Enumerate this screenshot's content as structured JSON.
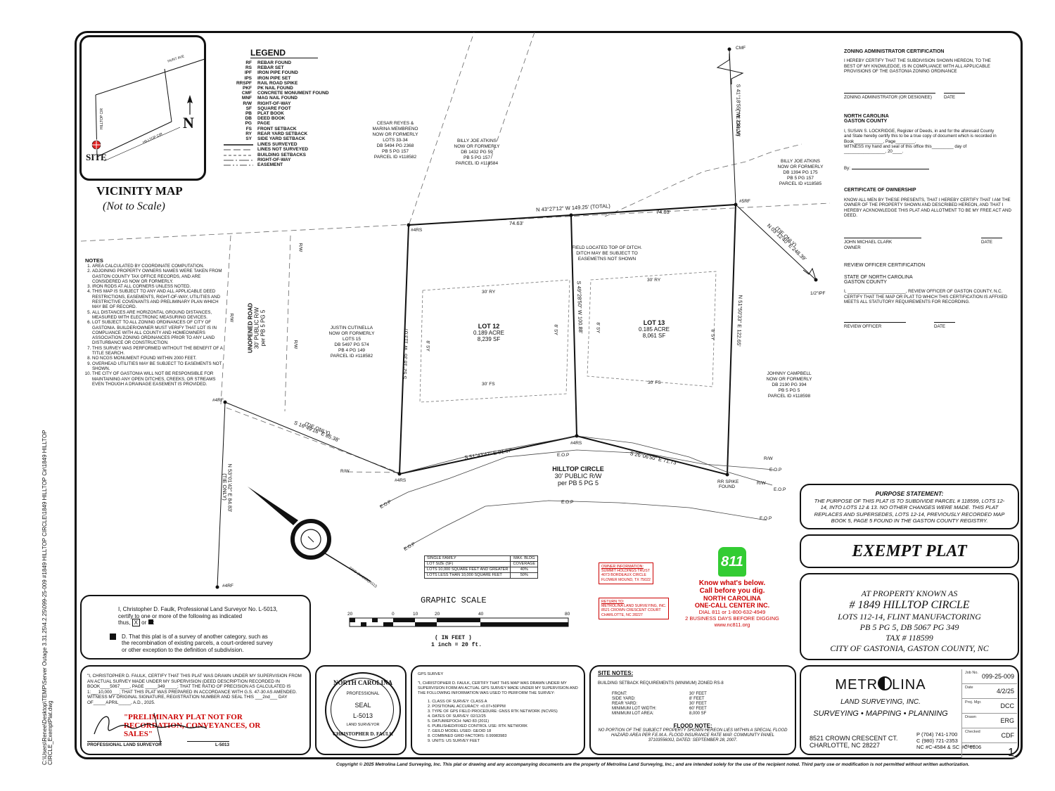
{
  "file_path_vertical": "C:\\Users\\Renee\\Desktop\\TEMP\\Server Outage 3.31.25\\4.2.25\\099-25-009 #1849 HILLTOP CIRCLE\\1849 HILLTOP Cir\\1849 HILLTOP CIRCLE_ExemptPlat.dwg",
  "vicinity_map": {
    "title": "VICINITY MAP",
    "subtitle": "(Not to Scale)",
    "roads": [
      "HUNT AVE",
      "HILLTOP CIR",
      "HILLTOP CIR"
    ],
    "site_label": "SITE",
    "north": "N"
  },
  "legend": {
    "title": "LEGEND",
    "items": [
      {
        "abbr": "RF",
        "desc": "REBAR FOUND"
      },
      {
        "abbr": "RS",
        "desc": "REBAR SET"
      },
      {
        "abbr": "IPF",
        "desc": "IRON PIPE FOUND"
      },
      {
        "abbr": "IPS",
        "desc": "IRON PIPE SET"
      },
      {
        "abbr": "RRSPF",
        "desc": "RAIL ROAD SPIKE"
      },
      {
        "abbr": "PKF",
        "desc": "PK NAIL FOUND"
      },
      {
        "abbr": "CMF",
        "desc": "CONCRETE MONUMENT FOUND"
      },
      {
        "abbr": "MNF",
        "desc": "MAG NAIL FOUND"
      },
      {
        "abbr": "R/W",
        "desc": "RIGHT-OF-WAY"
      },
      {
        "abbr": "SF",
        "desc": "SQUARE FOOT"
      },
      {
        "abbr": "PB",
        "desc": "PLAT BOOK"
      },
      {
        "abbr": "DB",
        "desc": "DEED BOOK"
      },
      {
        "abbr": "PG",
        "desc": "PAGE"
      },
      {
        "abbr": "FS",
        "desc": "FRONT SETBACK"
      },
      {
        "abbr": "RY",
        "desc": "REAR YARD SETBACK"
      },
      {
        "abbr": "SY",
        "desc": "SIDE YARD SETBACK"
      }
    ],
    "line_items": [
      "LINES SURVEYED",
      "LINES NOT SURVEYED",
      "BUILDING SETBACKS",
      "RIGHT-OF-WAY",
      "EASEMENT"
    ]
  },
  "notes": {
    "title": "NOTES",
    "items": [
      "AREA CALCULATED BY COORDINATE COMPUTATION.",
      "ADJOINING PROPERTY OWNERS NAMES WERE TAKEN FROM GASTON COUNTY TAX OFFICE RECORDS, AND ARE CONSIDERED AS NOW OR FORMERLY.",
      "IRON RODS AT ALL CORNERS UNLESS NOTED.",
      "THIS MAP IS SUBJECT TO ANY AND ALL APPLICABLE DEED RESTRICTIONS, EASEMENTS, RIGHT-OF-WAY, UTILITIES AND RESTRICTIVE COVENANTS AND PRELIMINARY PLAN WHICH MAY BE OF RECORD.",
      "ALL DISTANCES ARE HORIZONTAL GROUND DISTANCES, MEASURED WITH ELECTRONIC MEASURING DEVICES.",
      "LOT SUBJECT TO ALL ZONING ORDINANCES OF CITY OF GASTONIA. BUILDER/OWNER MUST VERIFY THAT LOT IS IN COMPLIANCE WITH ALL COUNTY AND HOMEOWNERS ASSOCIATION ZONING ORDINANCES PRIOR TO ANY LAND DISTURBANCE OR CONSTRUCTION.",
      "THIS SURVEY WAS PERFORMED WITHOUT THE BENEFIT OF A TITLE SEARCH.",
      "NO NCGS MONUMENT FOUND WITHIN 2000 FEET.",
      "OVERHEAD UTILITIES MAY BE SUBJECT TO EASEMENTS NOT SHOWN.",
      "THE CITY OF GASTONIA WILL NOT BE RESPONSIBLE FOR MAINTAINING ANY OPEN DITCHES, CREEKS, OR STREAMS EVEN THOUGH A DRAINAGE EASEMENT IS PROVIDED."
    ]
  },
  "plat": {
    "owner_reyes": [
      "CESAR REYES &",
      "MARINA MEMBRENO",
      "NOW OR FORMERLY",
      "LOTS 33-34",
      "DB 5494 PG 2368",
      "PB 5 PG 157",
      "PARCEL ID #118582"
    ],
    "owner_atkins1": [
      "BILLY JOE ATKINS",
      "NOW OR FORMERLY",
      "DB 1432 PG 59",
      "PB 5 PG 157",
      "PARCEL ID #118584"
    ],
    "owner_atkins2": [
      "BILLY JOE ATKINS",
      "NOW OR FORMERLY",
      "DB 1394 PG 175",
      "PB 5 PG 157",
      "PARCEL ID #118585"
    ],
    "owner_cutinella": [
      "JUSTIN CUTINELLA",
      "NOW OR FORMERLY",
      "LOTS 15",
      "DB 5497 PG 574",
      "PB 4 PG 149",
      "PARCEL ID #118582"
    ],
    "owner_campbell": [
      "JOHNNY CAMPBELL",
      "NOW OR FORMERLY",
      "DB 2190 PG 394",
      "PB 5 PG 5",
      "PARCEL ID #118598"
    ],
    "unopened_road": [
      "UNOPENED ROAD",
      "30' PUBLIC R/W",
      "per PB 5 PG 5"
    ],
    "hilltop": [
      "HILLTOP CIRCLE",
      "30' PUBLIC R/W",
      "per PB 5 PG 5"
    ],
    "lot12": [
      "LOT 12",
      "0.189 ACRE",
      "8,239 SF"
    ],
    "lot13": [
      "LOT 13",
      "0.185 ACRE",
      "8,061 SF"
    ],
    "ditch_note": [
      "FIELD LOCATED TOP OF DITCH.",
      "DITCH MAY BE SUBJECT TO",
      "EASEMETNS NOT SHOWN"
    ],
    "bearing_top": "N 43°27'12\" W 149.25' (TOTAL)",
    "dist_top_left": "74.63'",
    "dist_top_right": "74.63'",
    "bearing_left": "S 52°18'35\" W 113.07'",
    "bearing_mid": "S 49°28'50\" W 100.88'",
    "bearing_right": "N 51°50'33\" E 122.65'",
    "bearing_bottom_left": "S 51°43'47\" E 81.67'",
    "bearing_bottom_right": "S 26°06'50\" E 71.73'",
    "bearing_tie_left": "S 16°49'16\" E 85.38'",
    "tie_only": "(TIE ONLY)",
    "bearing_tie_right": "N 03°12'40\" E 248.39'",
    "bearing_tie_top": "S 41°18'55\" W 233.38'",
    "bearing_tie_bottom": "N 53°01'42\" E 84.83'",
    "monuments": [
      "CMF",
      "#5RF",
      "#4RS",
      "#4RS",
      "#4RS",
      "#4RF",
      "#4RF",
      "1/2\"IPF",
      "RR SPIKE",
      "FOUND"
    ],
    "setbacks": [
      "30' RY",
      "30' RY",
      "30' FS",
      "30' FS",
      "8' SY",
      "8' SY",
      "8' SY",
      "8' SY"
    ],
    "row_labels": [
      "R/W",
      "R/W",
      "R/W",
      "R/W",
      "R/W",
      "R/W"
    ],
    "eop_labels": [
      "E.O.P",
      "E.O.P",
      "E.O.P",
      "E.O.P",
      "E.O.P",
      "E.O.P",
      "E.O.P"
    ],
    "grid_label": "GRID (NAD83(2011))"
  },
  "coverage_table": {
    "rows": [
      [
        "SINGLE FAMILY",
        "MAX. BLDG"
      ],
      [
        "LOT SIZE (SF)",
        "COVERAGE"
      ],
      [
        "LOTS 10,000 SQUARE FEET AND GREATER",
        "40%"
      ],
      [
        "LOTS LESS THAN 10,000 SQUARE FEET",
        "50%"
      ]
    ]
  },
  "owner_info": [
    "OWNER INFORMATION:",
    "SUMMIT HOLDINGS TRUST",
    "4073 BORDEAUX CIRCLE",
    "FLOWER MOUND, TX 75022"
  ],
  "return_to": [
    "RETURN TO:",
    "METROLINA LAND SURVEYING, INC.",
    "8521 CROWN CRESCENT COURT",
    "CHARLOTTE, NC 28227"
  ],
  "call811": {
    "logo": "811",
    "l1": "Know what's below.",
    "l2": "Call before you dig.",
    "l3": "NORTH CAROLINA",
    "l4": "ONE-CALL CENTER INC.",
    "l5": "DIAL 811 or 1-800-632-4949",
    "l6": "2 BUSINESS DAYS BEFORE DIGGING",
    "l7": "www.nc811.org"
  },
  "graphic_scale": {
    "title": "GRAPHIC SCALE",
    "ticks": [
      "20",
      "0",
      "10",
      "20",
      "40",
      "80"
    ],
    "unit": "( IN FEET )",
    "ratio": "1 inch = 20  ft."
  },
  "zoning_cert": {
    "title": "ZONING ADMINISTRATOR CERTIFICATION",
    "text": "I HEREBY CERTIFY THAT THE SUBDIVISION SHOWN HEREON, TO THE BEST OF MY KNOWLEDGE, IS IN COMPLIANCE WITH ALL APPLICABLE PROVISIONS OF THE GASTONIA ZONING ORDINANCE",
    "sig_label": "ZONING ADMINISTRATOR (OR DESIGNEE)",
    "date_label": "DATE"
  },
  "county_cert": {
    "title1": "NORTH CAROLINA",
    "title2": "GASTON COUNTY",
    "text": "I, SUSAN S. LOCKRIDGE, Register of Deeds, in and for the aforesaid County and State hereby certify this to be a true copy of document which is recorded in Book____________, Page________.",
    "witness": "WITNESS my hand and seal of this office this_________ day of",
    "year": "_________________, 20____.",
    "by": "By:"
  },
  "ownership_cert": {
    "title": "CERTIFICATE OF OWNERSHIP",
    "text": "KNOW ALL MEN BY THESE PRESENTS, THAT I HEREBY CERTIFY THAT I AM THE OWNER OF THE PROPERTY SHOWN AND DESCRIBED HEREON, AND THAT I HEREBY ACKNOWLEDGE THIS PLAT AND ALLOTMENT TO BE MY FREE ACT AND DEED.",
    "name": "JOHN MICHAEL CLARK",
    "role": "OWNER",
    "date": "DATE"
  },
  "review_cert": {
    "title": "REVIEW OFFICER CERTIFICATION",
    "st1": "STATE OF NORTH CAROLINA",
    "st2": "GASTON COUNTY",
    "text": "I, ________________________, REVIEW OFFICER OF GASTON COUNTY, N.C. CERTIFY THAT THE MAP OR PLAT TO WHICH THIS CERTIFICATION IS AFFIXED MEETS ALL STATUTORY REQUIREMENTS FOR RECORDING.",
    "sig": "REVIEW OFFICER",
    "date": "DATE"
  },
  "purpose": {
    "title": "PURPOSE STATEMENT:",
    "text": "THE PURPOSE OF THIS PLAT IS TO SUBDIVIDE PARCEL # 118599, LOTS 12-14, INTO LOTS 12 & 13. NO OTHER CHANGES WERE MADE. THIS PLAT REPLACES AND SUPERSEDES, LOTS 12-14, PREVIOUSLY RECORDED MAP BOOK 5, PAGE 5 FOUND IN THE GASTON COUNTY REGISTRY."
  },
  "exempt_title": "EXEMPT PLAT",
  "property": {
    "l1": "AT PROPERTY KNOWN AS",
    "l2": "# 1849 HILLTOP CIRCLE",
    "l3": "LOTS 112-14, FLINT MANUFACTORING",
    "l4": "PB 5 PG 5, DB 5067 PG 349",
    "l5": "TAX # 118599",
    "l6": "CITY OF GASTONIA, GASTON COUNTY, NC"
  },
  "surveyor_cert": {
    "l1": "I, Christopher D. Faulk, Professional Land Surveyor No. L-5013,",
    "l2": "certify to one or more of the following as indicated",
    "l3": "thus,",
    "box_x": "X",
    "or": "or",
    "d_text": "D.  That this plat is of a survey of another category, such as the recombination of existing parcels, a court-ordered survey or other exception to the definition of subdivision."
  },
  "accuracy_cert": {
    "text": "\"I, CHRISTOPHER D. FAULK, CERTIFY THAT THIS PLAT WAS DRAWN UNDER MY SUPERVISION FROM AN ACTUAL SURVEY MADE UNDER MY SUPERVISION (DEED DESCRIPTION RECORDED IN BOOK____5067____, PAGE _____349_____; THAT THE RATIO OF PRECISION AS CALCULATED IS 1:___10,000___; THAT THIS PLAT WAS PREPARED IN ACCORDANCE WITH G.S. 47-30 AS AMENDED. WITNESS MY ORIGINAL SIGNATURE, REGISTRATION NUMBER AND SEAL THIS ___2nd___ DAY OF_____APRIL_____, A.D., 2025.",
    "prelim": "\"PRELIMINARY PLAT NOT FOR RECORDATION, CONVEYANCES, OR SALES\"",
    "sig_label": "PROFESSIONAL LAND SURVEYOR",
    "lic": "L-5013"
  },
  "seal": {
    "top": "NORTH CAROLINA",
    "prof": "PROFESSIONAL",
    "seal": "SEAL",
    "num": "L-5013",
    "ls": "LAND SURVEYOR",
    "bottom": "CHRISTOPHER D. FAULK"
  },
  "gps": {
    "title": "GPS SURVEY",
    "text": "\"I, CHRISTOPHER D. FAULK, CERTIFY THAT THIS MAP WAS DRAWN UNDER MY SUPERVISION FORM AN ACTUAL GPS SURVEY MADE UNDER MY SUPERVISION AND THE FOLLOWING INFORMATION WAS USED TO PERFORM THE SURVEY:",
    "items": [
      "1. CLASS OF SURVEY: CLASS A",
      "2. POSITIONAL ACCURACY: <0.07+50PPM",
      "3. TYPE OF GPS FIELD PROCEDURE: GNSS RTK NETWORK (NCVRS)",
      "4. DATES OF SURVEY: 02/12/25",
      "5. DATUM/EPOCH: NAD 83 (2011)",
      "6. PUBLISHED/FIXED CONTROL USE: RTK NETWORK",
      "7. GEILD MODEL USED: GEOID 18",
      "8. COMBINED GRID FACTORS: 0.99983983",
      "9. UNITS: US SURVEY FEET"
    ]
  },
  "site_notes": {
    "title": "SITE NOTES:",
    "req": "BUILDING SETBACK REQUIREMENTS (MINIMUM) ZONED RS-8",
    "rows": [
      [
        "FRONT:",
        "30' FEET"
      ],
      [
        "SIDE YARD:",
        "8' FEET"
      ],
      [
        "REAR YARD:",
        "30' FEET"
      ],
      [
        "MINIMUM LOT WIDTH:",
        "60' FEET"
      ],
      [
        "MINIMUM LOT AREA:",
        "8,000 SF"
      ]
    ],
    "flood_title": "FLOOD NOTE:",
    "flood_text": "NO PORTION OF THE SUBJECT PROPERTY SHOWN HEREON LIES WITHIN A SPECIAL FLOOD HAZARD AREA PER F.E.M.A. FLOOD INSURANCE RATE MAP. COMMUNITY PANEL 3710355600J, DATED: SEPTEMBER 28, 2007."
  },
  "company": {
    "name_left": "METR",
    "name_right": "LINA",
    "sub": "LAND SURVEYING, INC.",
    "services": "SURVEYING • MAPPING • PLANNING",
    "addr1": "8521 CROWN CRESCENT CT.",
    "addr2": "CHARLOTTE, NC 28227",
    "phone_p": "P (704) 741-1700",
    "phone_c": "C (980) 721-2353",
    "lic": "NC #C-4584 & SC #C-6106"
  },
  "title_block": [
    {
      "k": "Job No.",
      "v": "099-25-009"
    },
    {
      "k": "Date",
      "v": "4/2/25"
    },
    {
      "k": "Proj. Mgr.",
      "v": "DCC"
    },
    {
      "k": "Drawn",
      "v": "ERG"
    },
    {
      "k": "Checked",
      "v": "CDF"
    },
    {
      "k": "Sheet",
      "v": "1"
    }
  ],
  "copyright": "Copyright © 2025 Metrolina Land Surveying, Inc.  This plat or drawing and any accompanying documents are the property of Metrolina Land Surveying, Inc.; and are intended solely for the use of the recipient noted. Third party use or modification is not permitted without written authorization."
}
